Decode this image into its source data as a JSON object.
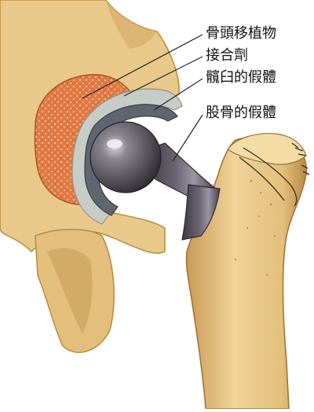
{
  "labels": [
    {
      "text": "骨頭移植物",
      "target": "bone-graft"
    },
    {
      "text": "接合劑",
      "target": "bone-cement"
    },
    {
      "text": "髖臼的假體",
      "target": "acetabular-prosthesis"
    },
    {
      "text": "股骨的假體",
      "target": "femoral-prosthesis"
    }
  ],
  "colors": {
    "bone": "#e9c98a",
    "bone_dark": "#b98a3e",
    "bone_light": "#f3dca6",
    "graft": "#e07a45",
    "graft_dots": "#f3b58a",
    "cement": "#c8ccc6",
    "cup": "#5f6670",
    "stem": "#55505a",
    "stem_highlight": "#9a95a2",
    "leader": "#222222"
  }
}
